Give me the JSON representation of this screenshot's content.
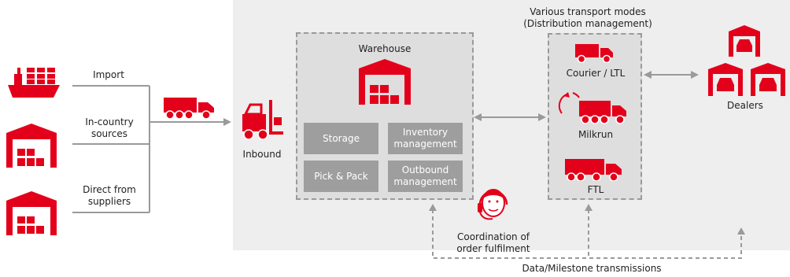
{
  "sources": {
    "import": "Import",
    "in_country": "In-country sources",
    "direct": "Direct from suppliers"
  },
  "inbound": "Inbound",
  "warehouse": {
    "title": "Warehouse",
    "storage": "Storage",
    "inventory": "Inventory management",
    "pick_pack": "Pick & Pack",
    "outbound": "Outbound management"
  },
  "transport": {
    "title_line1": "Various transport modes",
    "title_line2": "(Distribution management)",
    "courier": "Courier / LTL",
    "milkrun": "Milkrun",
    "ftl": "FTL"
  },
  "dealers": "Dealers",
  "coordination": "Coordination of order fulfilment",
  "data_transmissions": "Data/Milestone transmissions",
  "colors": {
    "accent": "#e3001b",
    "panel": "#eeeeee",
    "box": "#dedede",
    "tile": "#9e9e9e",
    "arrow": "#9a9a9a"
  }
}
